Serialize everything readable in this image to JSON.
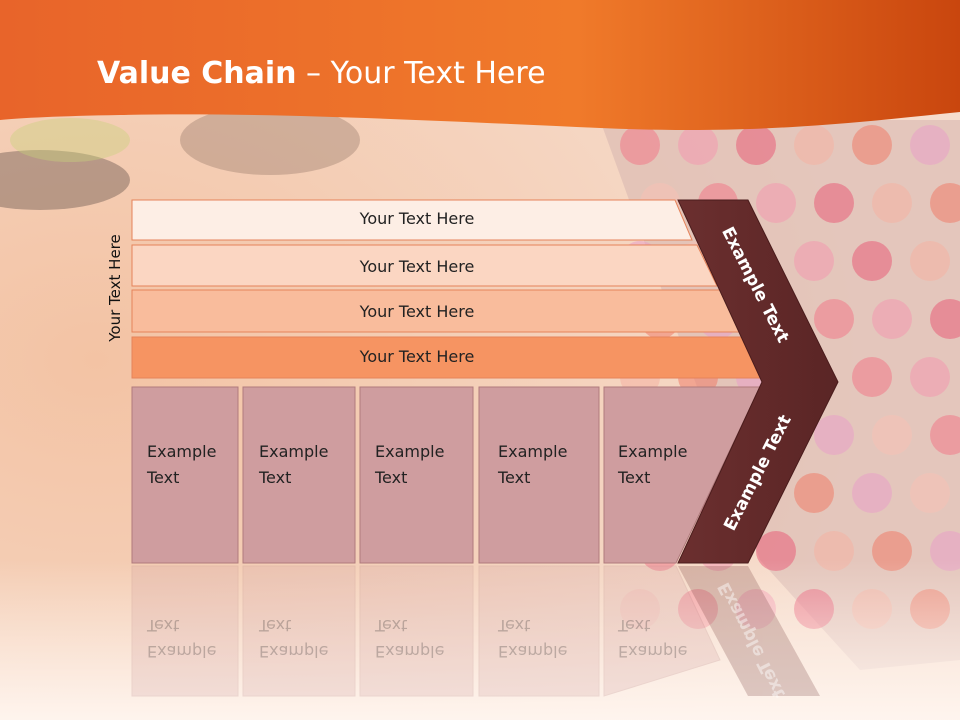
{
  "slide": {
    "title_bold": "Value Chain",
    "title_rest": " – Your Text Here",
    "side_label": "Your Text Here"
  },
  "rows": [
    {
      "label": "Your Text Here",
      "color": "#fdeee5"
    },
    {
      "label": "Your Text Here",
      "color": "#fbd6c2"
    },
    {
      "label": "Your Text Here",
      "color": "#f9bc9c"
    },
    {
      "label": "Your Text Here",
      "color": "#f69462"
    }
  ],
  "boxes": [
    {
      "line1": "Example",
      "line2": "Text"
    },
    {
      "line1": "Example",
      "line2": "Text"
    },
    {
      "line1": "Example",
      "line2": "Text"
    },
    {
      "line1": "Example",
      "line2": "Text"
    },
    {
      "line1": "Example",
      "line2": "Text"
    }
  ],
  "chevron": {
    "top_label": "Example Text",
    "bottom_label": "Example Text",
    "color": "#6b2f2f"
  },
  "colors": {
    "header": "#ee6a1e",
    "box_fill": "#cf9d9f"
  }
}
